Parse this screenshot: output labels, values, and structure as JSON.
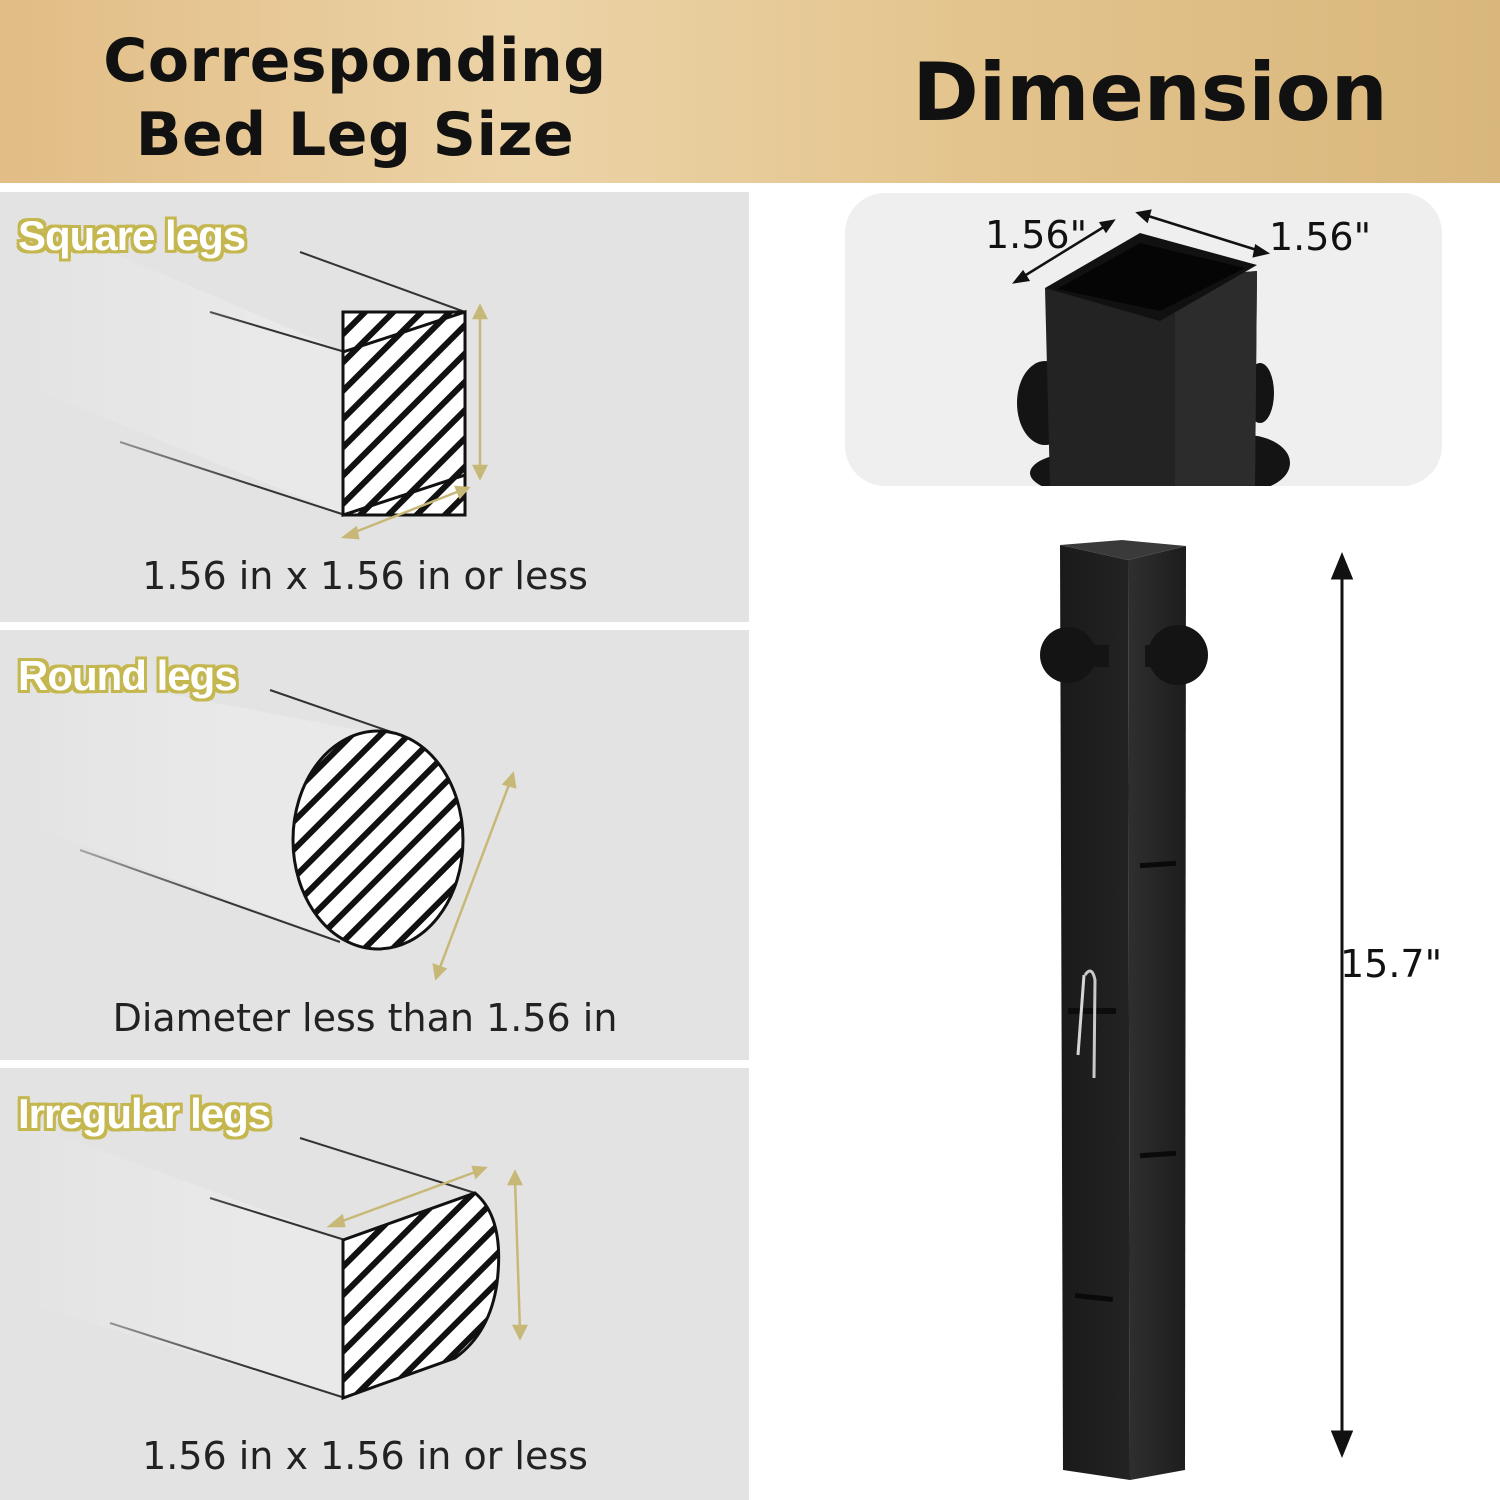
{
  "header": {
    "left_line1": "Corresponding",
    "left_line2": "Bed Leg Size",
    "right_title": "Dimension"
  },
  "panels": [
    {
      "badge": "Square legs",
      "caption": "1.56 in x 1.56 in or less"
    },
    {
      "badge": "Round legs",
      "caption": "Diameter less than 1.56 in"
    },
    {
      "badge": "Irregular legs",
      "caption": "1.56 in x 1.56 in or less"
    }
  ],
  "dimension": {
    "width_label": "1.56\"",
    "depth_label": "1.56\"",
    "height_label": "15.7\""
  },
  "colors": {
    "header_gold": "#e2bd85",
    "badge_outline": "#c5b74f",
    "arrow_gold": "#c8b878",
    "panel_gray": "#e3e3e3",
    "post_black": "#1e1e1e"
  }
}
